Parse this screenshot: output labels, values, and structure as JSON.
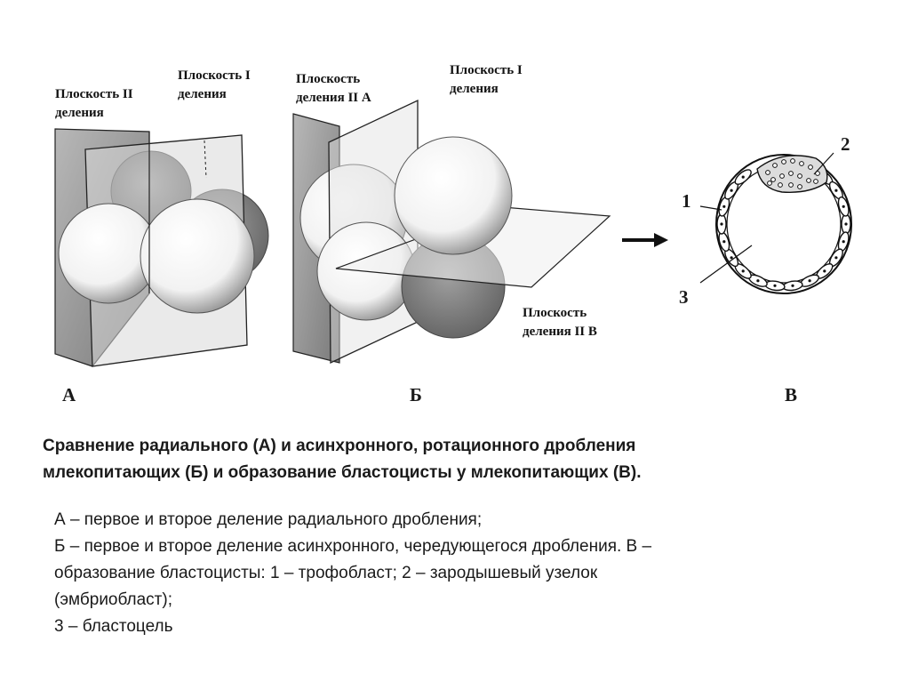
{
  "labels": {
    "a_plane2": [
      "Плоскость II",
      "деления"
    ],
    "a_plane1": [
      "Плоскость I",
      "деления"
    ],
    "b_plane2a": [
      "Плоскость",
      "деления II А"
    ],
    "b_plane1": [
      "Плоскость I",
      "деления"
    ],
    "b_plane2b": [
      "Плоскость",
      "деления II В"
    ]
  },
  "panels": {
    "a": "А",
    "b": "Б",
    "c": "В"
  },
  "blastocyst_numbers": {
    "n1": "1",
    "n2": "2",
    "n3": "3"
  },
  "caption": [
    "Сравнение радиального (А) и асинхронного, ротационного дробления",
    "млекопитающих (Б) и образование бластоцисты у млекопитающих (В)."
  ],
  "description": [
    "А – первое и второе деление радиального дробления;",
    "Б – первое и второе деление асинхронного, чередующегося дробления. В –",
    "образование бластоцисты: 1 – трофобласт; 2 – зародышевый узелок",
    "(эмбриобласт);",
    "3 – бластоцель"
  ],
  "colors": {
    "ink": "#111111",
    "plane": "#9a9a9a",
    "cell_light": "#f2f2f2",
    "cell_dark": "#7d7d7d"
  }
}
